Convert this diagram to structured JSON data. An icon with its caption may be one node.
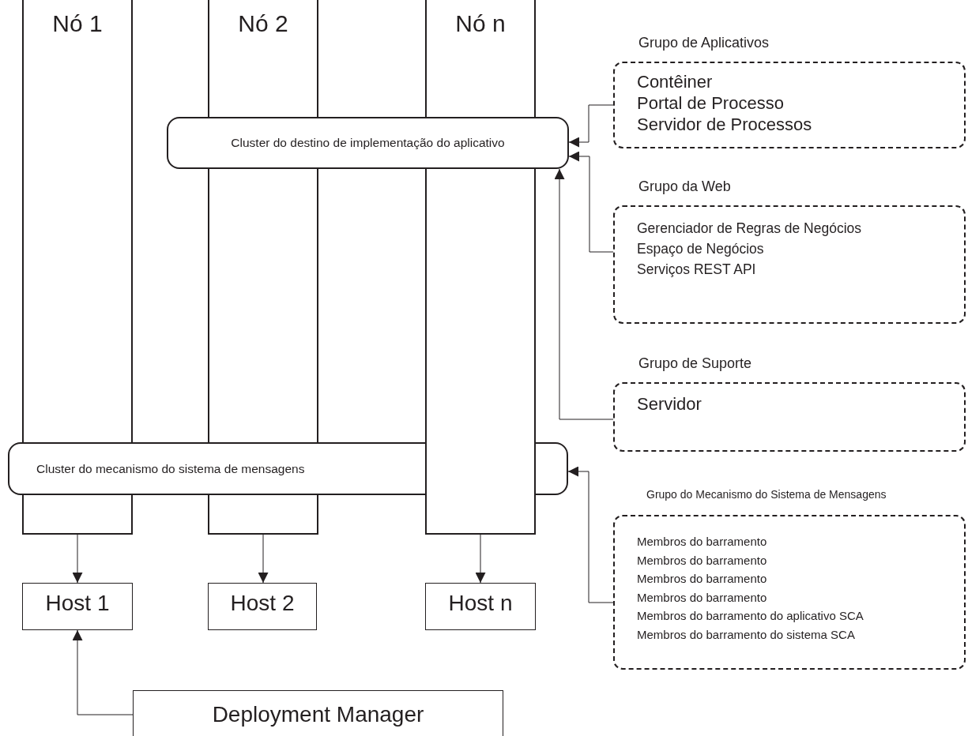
{
  "diagram": {
    "nodes": [
      {
        "text": [
          "Nó 1"
        ]
      },
      {
        "text": [
          "Nó 2"
        ]
      },
      {
        "text": [
          "Nó n"
        ]
      },
      {
        "text": [
          "Cluster do destino de implementação do aplicativo"
        ]
      },
      {
        "text": [
          "Cluster do mecanismo do sistema de mensagens"
        ]
      },
      {
        "text": [
          "Grupo de Aplicativos",
          "Contêiner",
          "Portal de Processo",
          "Servidor de Processos"
        ]
      },
      {
        "text": [
          "Grupo da Web",
          "Gerenciador de Regras de Negócios",
          "Espaço de Negócios",
          "Serviços REST API"
        ]
      },
      {
        "text": [
          "Grupo de Suporte",
          "Servidor"
        ]
      },
      {
        "text": [
          "Grupo do Mecanismo do Sistema de Mensagens",
          "Membros do barramento",
          "Membros do barramento",
          "Membros do barramento",
          "Membros do barramento",
          "Membros do barramento do aplicativo SCA",
          "Membros do barramento do sistema SCA"
        ]
      },
      {
        "text": [
          "Host 1"
        ]
      },
      {
        "text": [
          "Host 2"
        ]
      },
      {
        "text": [
          "Host n"
        ]
      },
      {
        "text": [
          "Deployment Manager"
        ]
      }
    ],
    "edges": [
      {
        "from": 5,
        "to": 3,
        "arrow": "to"
      },
      {
        "from": 6,
        "to": 3,
        "arrow": "to"
      },
      {
        "from": 7,
        "to": 3,
        "arrow": "to"
      },
      {
        "from": 8,
        "to": 4,
        "arrow": "to"
      },
      {
        "from": 0,
        "to": 9,
        "arrow": "to"
      },
      {
        "from": 1,
        "to": 10,
        "arrow": "to"
      },
      {
        "from": 2,
        "to": 11,
        "arrow": "to"
      },
      {
        "from": 12,
        "to": 9,
        "arrow": "to"
      }
    ]
  }
}
